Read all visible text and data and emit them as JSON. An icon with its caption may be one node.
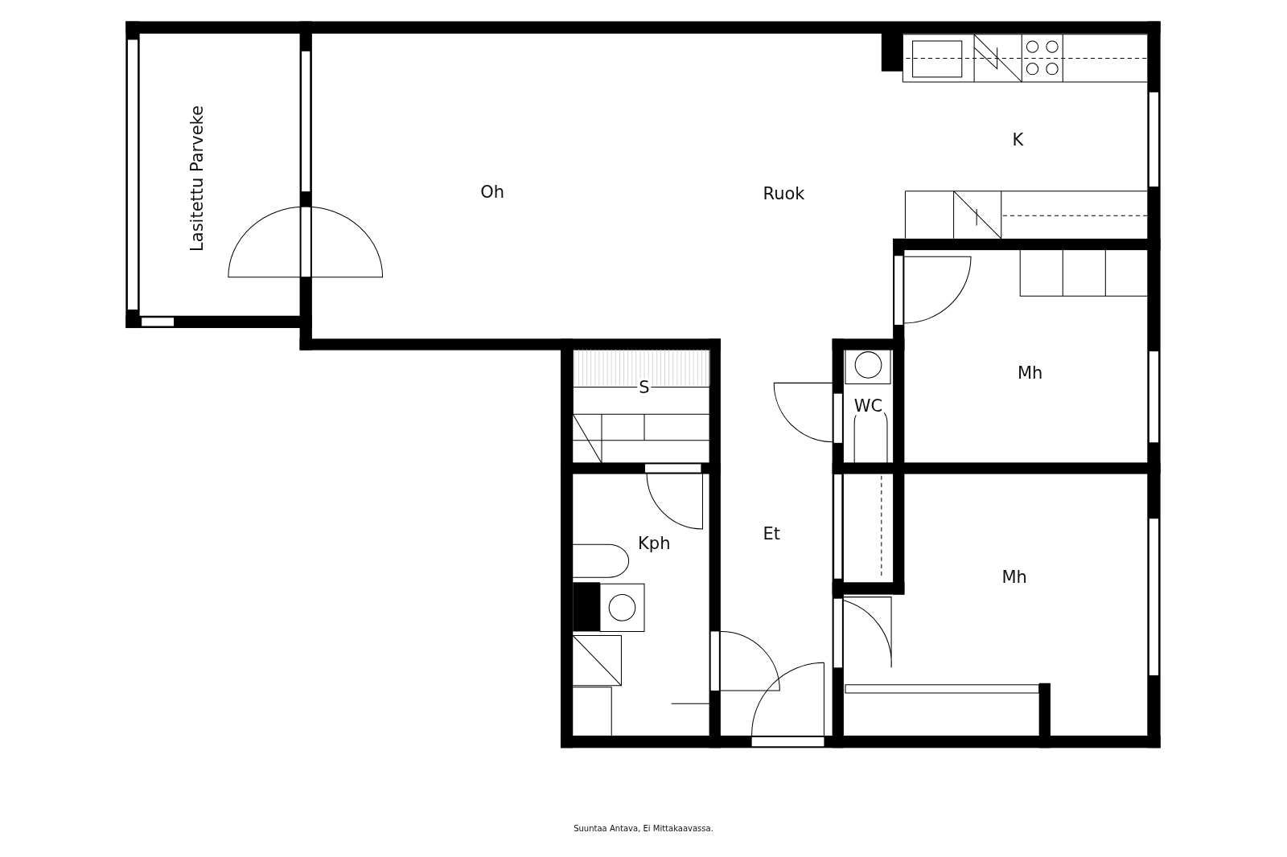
{
  "diagram": {
    "caption": "Suuntaa Antava, Ei Mittakaavassa.",
    "labels": [
      "Lasitettu Parveke",
      "Oh",
      "Ruok",
      "K",
      "Mh",
      "S",
      "WC",
      "Kph",
      "Et",
      "Mh"
    ]
  }
}
